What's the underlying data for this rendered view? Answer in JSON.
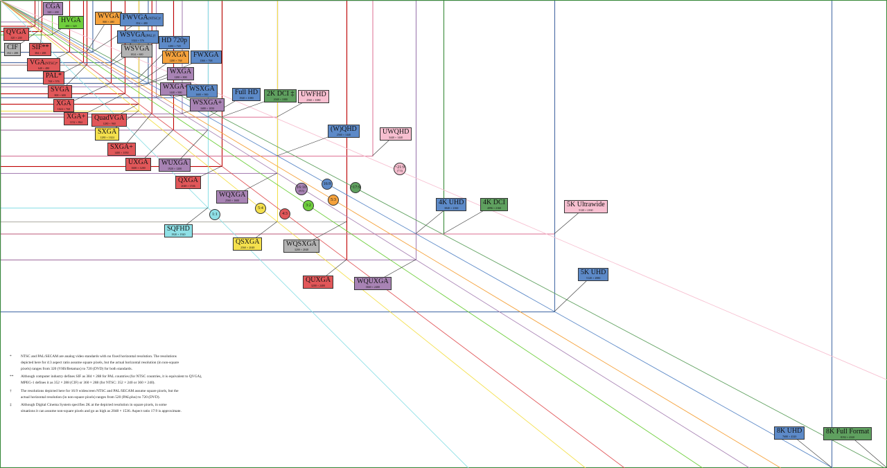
{
  "colors": {
    "red": "#e15759",
    "purple": "#a883b4",
    "green": "#6fcf3d",
    "orange": "#f5a23c",
    "blue": "#5d8ac8",
    "gray": "#b3b3b3",
    "yellow": "#f4e04d",
    "pink": "#f7bfd0",
    "darkgreen": "#5fa05f",
    "cyan": "#8fe0e6",
    "frame_red": "#c00000",
    "frame_blue": "#4a6fa8",
    "frame_green": "#3a8a3a",
    "frame_pink": "#e07a9b"
  },
  "standards": [
    {
      "name": "CGA",
      "dims": "320 × 200",
      "color": "purple"
    },
    {
      "name": "HVGA",
      "dims": "480 × 320",
      "color": "green"
    },
    {
      "name": "WVGA",
      "dims": "800 × 480",
      "color": "orange"
    },
    {
      "name": "FWVGA",
      "tag": "(NTSC)†",
      "dims": "854 × 480",
      "color": "blue"
    },
    {
      "name": "WSVGA",
      "tag": "(PAL)†",
      "dims": "1024 × 576",
      "color": "blue"
    },
    {
      "name": "WSVGA",
      "dims": "1024 × 600",
      "color": "gray"
    },
    {
      "name": "HD 720p",
      "dims": "1280 × 720",
      "color": "blue"
    },
    {
      "name": "QVGA",
      "dims": "320 × 240",
      "color": "red"
    },
    {
      "name": "CIF",
      "dims": "352 × 288",
      "color": "gray"
    },
    {
      "name": "SIF**",
      "dims": "384 × 288",
      "color": "red"
    },
    {
      "name": "VGA",
      "tag": "(NTSC)*",
      "dims": "640 × 480",
      "color": "red"
    },
    {
      "name": "WXGA",
      "dims": "1280 × 768",
      "color": "orange"
    },
    {
      "name": "FWXGA",
      "dims": "1366 × 768",
      "color": "blue"
    },
    {
      "name": "WXGA",
      "dims": "1280 × 800",
      "color": "purple"
    },
    {
      "name": "PAL*",
      "dims": "768 × 576",
      "color": "red"
    },
    {
      "name": "SVGA",
      "dims": "800 × 600",
      "color": "red"
    },
    {
      "name": "WXGA+",
      "dims": "1440 × 900",
      "color": "purple"
    },
    {
      "name": "WSXGA",
      "dims": "1600 × 900",
      "color": "blue"
    },
    {
      "name": "XGA",
      "dims": "1024 × 768",
      "color": "red"
    },
    {
      "name": "WSXGA+",
      "dims": "1680 × 1050",
      "color": "purple"
    },
    {
      "name": "Full HD",
      "dims": "1920 × 1080",
      "color": "blue"
    },
    {
      "name": "2K DCI ‡",
      "dims": "2048 × 1080",
      "color": "darkgreen"
    },
    {
      "name": "UWFHD",
      "dims": "2560 × 1080",
      "color": "pink"
    },
    {
      "name": "XGA+",
      "dims": "1152 × 864",
      "color": "red"
    },
    {
      "name": "QuadVGA",
      "dims": "1280 × 960",
      "color": "red"
    },
    {
      "name": "SXGA",
      "dims": "1280 × 1024",
      "color": "yellow"
    },
    {
      "name": "(W)QHD",
      "dims": "2560 × 1440",
      "color": "blue"
    },
    {
      "name": "UWQHD",
      "dims": "3440 × 1440",
      "color": "pink"
    },
    {
      "name": "SXGA+",
      "dims": "1400 × 1050",
      "color": "red"
    },
    {
      "name": "UXGA",
      "dims": "1600 × 1200",
      "color": "red"
    },
    {
      "name": "WUXGA",
      "dims": "1920 × 1200",
      "color": "purple"
    },
    {
      "name": "QXGA",
      "dims": "2048 × 1536",
      "color": "red"
    },
    {
      "name": "WQXGA",
      "dims": "2560 × 1600",
      "color": "purple"
    },
    {
      "name": "4K UHD",
      "dims": "3840 × 2160",
      "color": "blue"
    },
    {
      "name": "4K DCI",
      "dims": "4096 × 2160",
      "color": "darkgreen"
    },
    {
      "name": "5K Ultrawide",
      "dims": "5120 × 2160",
      "color": "pink"
    },
    {
      "name": "SQFHD",
      "dims": "1920 × 1920",
      "color": "cyan"
    },
    {
      "name": "QSXGA",
      "dims": "2560 × 2048",
      "color": "yellow"
    },
    {
      "name": "WQSXGA",
      "dims": "3200 × 2048",
      "color": "gray"
    },
    {
      "name": "QUXGA",
      "dims": "3200 × 2400",
      "color": "red"
    },
    {
      "name": "WQUXGA",
      "dims": "3840 × 2400",
      "color": "purple"
    },
    {
      "name": "5K UHD",
      "dims": "5120 × 2880",
      "color": "blue"
    },
    {
      "name": "8K UHD",
      "dims": "7680 × 4320",
      "color": "blue"
    },
    {
      "name": "8K Full Format",
      "dims": "8192 × 4320",
      "color": "darkgreen"
    }
  ],
  "aspect_ratios": [
    {
      "label": "1:1",
      "color": "cyan"
    },
    {
      "label": "5:4",
      "color": "yellow"
    },
    {
      "label": "4:3",
      "color": "red"
    },
    {
      "label": "16:10",
      "sub": "(8:5)",
      "color": "purple"
    },
    {
      "label": "3:2",
      "color": "green"
    },
    {
      "label": "16:9",
      "color": "blue"
    },
    {
      "label": "5:3",
      "color": "orange"
    },
    {
      "label": "~17:9",
      "color": "darkgreen"
    },
    {
      "label": "~21:9",
      "sub": "(7:3)",
      "color": "pink"
    }
  ],
  "notes": [
    {
      "mark": "*",
      "lines": [
        "NTSC and PAL/SECAM are analog video standards with no fixed horizontal resolution. The resolutions",
        "depicted here for 4:3 aspect ratio assume square pixels, but the actual horizontal resolution (in non-square",
        "pixels) ranges from 320 (VHS/Betamax) to 720 (DVD) for both standards."
      ]
    },
    {
      "mark": "**",
      "lines": [
        "Although computer industry defines SIF as 384 × 288 for PAL countries (for NTSC countries, it is equivalent to QVGA),",
        "MPEG-1 defines it as 352 × 288 (CIF) or 360 × 288 (for NTSC: 352 × 240 or 360 × 240)."
      ]
    },
    {
      "mark": "†",
      "lines": [
        "The resolutions depicted here for 16:9 widescreen NTSC and PAL/SECAM assume square pixels, but the",
        "actual horizontal resolution (in non-square pixels) ranges from 520 (PALplus) to 720 (DVD)."
      ]
    },
    {
      "mark": "‡",
      "lines": [
        "Although Digital Cinema System specifies 2K at the depicted resolution in square pixels, in some",
        "situations it can assume non-square pixels and go as high as 2048 × 1536. Aspect ratio 17:9 is approximate."
      ]
    }
  ]
}
